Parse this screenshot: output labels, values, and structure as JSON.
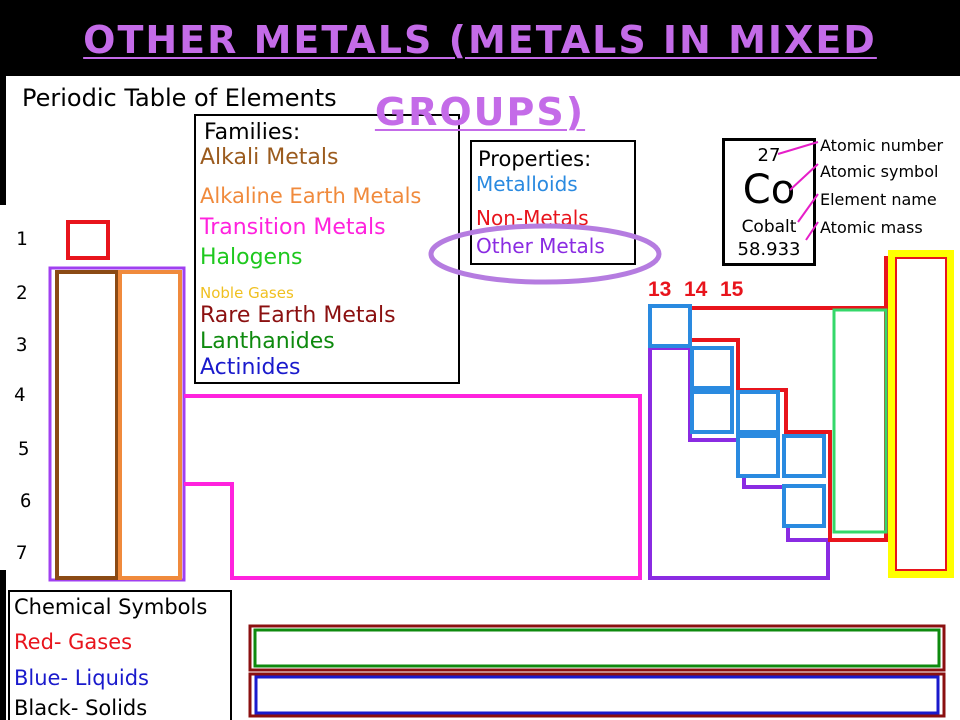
{
  "title": "OTHER METALS (METALS IN MIXED GROUPS)",
  "colors": {
    "title": "#c46be8",
    "background": "#000000",
    "panel": "#ffffff",
    "red": "#e8141c",
    "brown": "#8b4a14",
    "orange": "#f08a3c",
    "magenta": "#ff22dd",
    "green": "#1ec81e",
    "purple": "#8a2be2",
    "blue": "#1a1acc",
    "lightblue": "#2a8ae0",
    "yellow": "#ffff00",
    "darkred": "#8b1010",
    "darkgreen": "#0e8a0e",
    "highlight": "#b57ce0"
  },
  "table_title": "Periodic Table of Elements",
  "families": {
    "heading": "Families:",
    "items": [
      {
        "label": "Alkali Metals",
        "color": "#9b5b1e"
      },
      {
        "label": "Alkaline Earth Metals",
        "color": "#f08a3c"
      },
      {
        "label": "Transition Metals",
        "color": "#ff22dd"
      },
      {
        "label": "Halogens",
        "color": "#1ec81e"
      },
      {
        "label": "Noble Gases",
        "color": "#f0c020"
      },
      {
        "label": "Rare Earth Metals",
        "color": "#8b1010"
      },
      {
        "label": "Lanthanides",
        "color": "#0e8a0e"
      },
      {
        "label": "Actinides",
        "color": "#1a1acc"
      }
    ]
  },
  "properties": {
    "heading": "Properties:",
    "items": [
      {
        "label": "Metalloids",
        "color": "#2a8ae0"
      },
      {
        "label": "Non-Metals",
        "color": "#e8141c"
      },
      {
        "label": "Other Metals",
        "color": "#8a2be2"
      }
    ]
  },
  "element_key": {
    "number": "27",
    "symbol": "Co",
    "name": "Cobalt",
    "mass": "58.933",
    "labels": [
      "Atomic number",
      "Atomic symbol",
      "Element name",
      "Atomic mass"
    ]
  },
  "periods": [
    "1",
    "2",
    "3",
    "4",
    "5",
    "6",
    "7"
  ],
  "groups": [
    "13",
    "14",
    "15"
  ],
  "chemical_symbols": {
    "heading": "Chemical Symbols",
    "items": [
      {
        "label": "Red- Gases",
        "color": "#e8141c"
      },
      {
        "label": "Blue- Liquids",
        "color": "#1a1acc"
      },
      {
        "label": "Black- Solids",
        "color": "#000000"
      }
    ]
  }
}
